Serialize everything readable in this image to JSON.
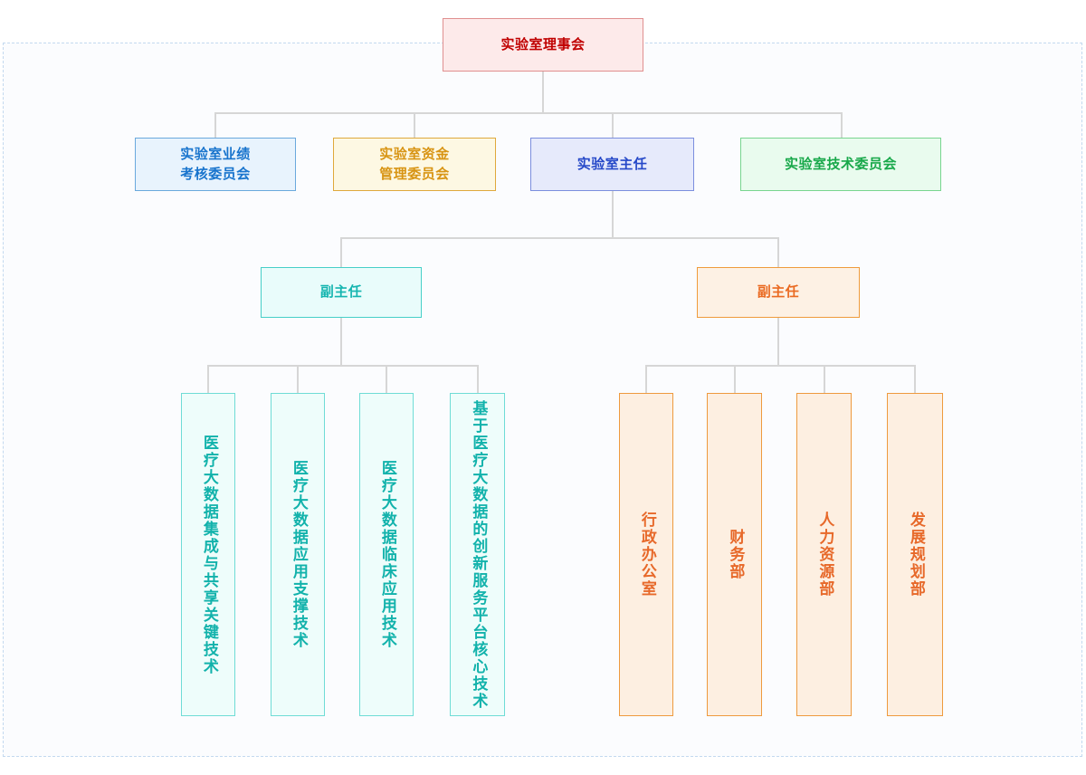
{
  "diagram": {
    "title_node": {
      "label": "实验室理事会",
      "theme": "red"
    },
    "level2": [
      {
        "label": "实验室业绩\n考核委员会",
        "line1": "实验室业绩",
        "line2": "考核委员会",
        "theme": "blue"
      },
      {
        "label": "实验室资金\n管理委员会",
        "line1": "实验室资金",
        "line2": "管理委员会",
        "theme": "gold"
      },
      {
        "label": "实验室主任",
        "theme": "indigo"
      },
      {
        "label": "实验室技术委员会",
        "theme": "green"
      }
    ],
    "level3": [
      {
        "label": "副主任",
        "theme": "teal"
      },
      {
        "label": "副主任",
        "theme": "orange"
      }
    ],
    "level4_left": [
      {
        "label": "医疗大数据集成与共享关键技术",
        "theme": "tealbox"
      },
      {
        "label": "医疗大数据应用支撑技术",
        "theme": "tealbox"
      },
      {
        "label": "医疗大数据临床应用技术",
        "theme": "tealbox"
      },
      {
        "label": "基于医疗大数据的创新服务平台核心技术",
        "theme": "tealbox"
      }
    ],
    "level4_right": [
      {
        "label": "行政办公室",
        "theme": "orangebox"
      },
      {
        "label": "财务部",
        "theme": "orangebox"
      },
      {
        "label": "人力资源部",
        "theme": "orangebox"
      },
      {
        "label": "发展规划部",
        "theme": "orangebox"
      }
    ],
    "colors": {
      "connector": "#d6d6d6",
      "canvas_background": "#fbfcfe",
      "frame_border": "#c3d9ef",
      "red": "#c00000",
      "blue": "#1874cd",
      "gold": "#d89413",
      "indigo": "#2548c8",
      "green": "#18a84a",
      "teal": "#15b5b0",
      "orange": "#ea6a21"
    }
  }
}
